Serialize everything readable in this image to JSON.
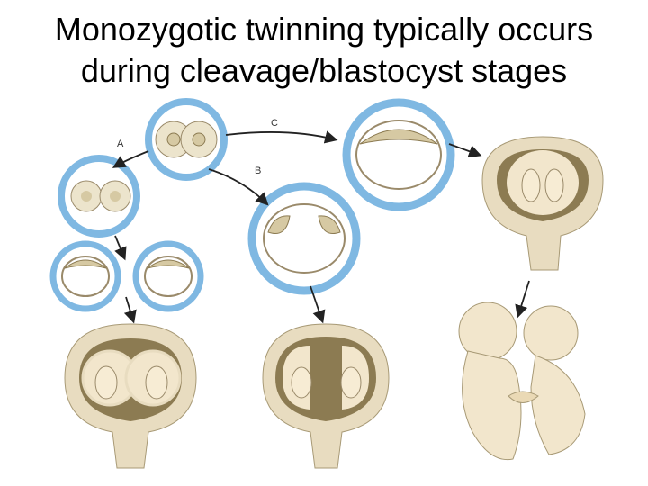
{
  "title": {
    "line1": "Monozygotic twinning typically occurs",
    "line2": "during cleavage/blastocyst stages"
  },
  "diagram": {
    "paths": {
      "a": "A",
      "b": "B",
      "c": "C"
    },
    "colors": {
      "ring": "#7fb8e2",
      "cell_fill": "#ece4cc",
      "uterus_wall": "#e8dcc0",
      "cavity": "#8c7b52",
      "fetus": "#f2e6cc",
      "arrow": "#222222"
    },
    "icons": {
      "two_cell": "two-cell-embryo",
      "blastocyst": "blastocyst",
      "uterus": "uterus-with-twins",
      "conjoined": "conjoined-twins"
    }
  }
}
